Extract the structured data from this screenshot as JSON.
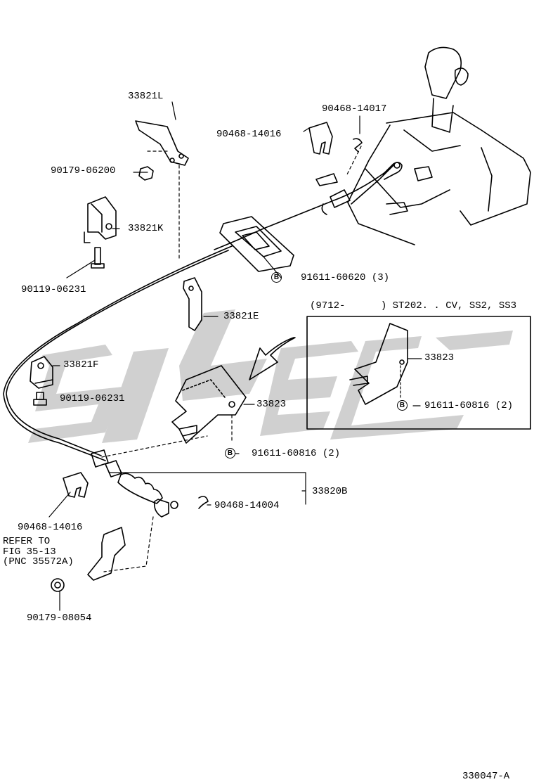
{
  "labels": {
    "p33821L": "33821L",
    "p90468_14017": "90468-14017",
    "p90468_14016_top": "90468-14016",
    "p90179_06200": "90179-06200",
    "p33821K": "33821K",
    "p90119_06231_a": "90119-06231",
    "p91611_60620": "91611-60620 (3)",
    "p33821E": "33821E",
    "p33821F": "33821F",
    "p90119_06231_b": "90119-06231",
    "p33823_main": "33823",
    "p91611_60816_main": "91611-60816 (2)",
    "p33820B": "33820B",
    "p90468_14004": "90468-14004",
    "p90468_14016_low": "90468-14016",
    "refer_line1": "REFER TO",
    "refer_line2": "FIG 35-13",
    "refer_line3": "(PNC 35572A)",
    "p90179_08054": "90179-08054",
    "inset_header": "(9712-      ) ST202. . CV, SS2, SS3",
    "p33823_inset": "33823",
    "p91611_60816_inset": "91611-60816 (2)",
    "figure_id": "330047-A",
    "bolt_marker": "B"
  },
  "watermark": {
    "color": "#c8c8c8"
  }
}
